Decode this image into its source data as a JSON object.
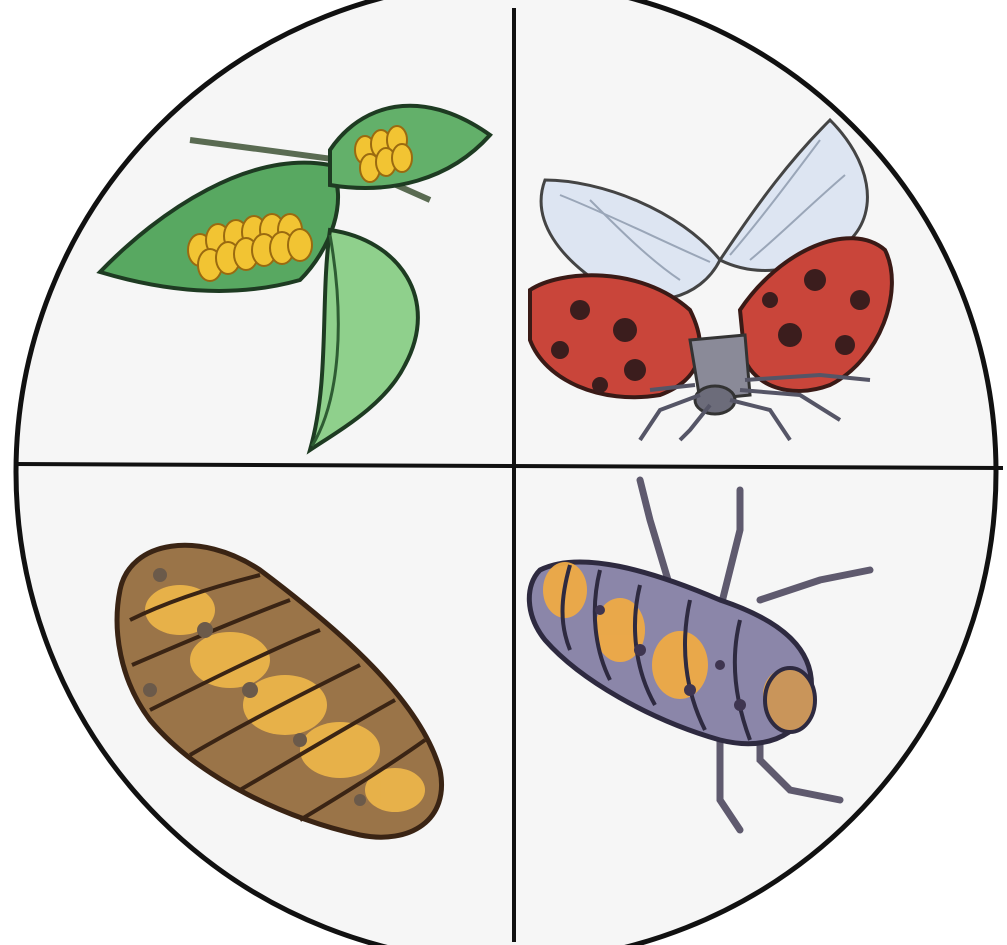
{
  "diagram": {
    "type": "life-cycle-wheel",
    "stages": [
      {
        "icon": "egg-cluster-on-leaf-icon",
        "quadrant": "top-left"
      },
      {
        "icon": "ladybug-adult-flying-icon",
        "quadrant": "top-right"
      },
      {
        "icon": "larva-icon",
        "quadrant": "bottom-right"
      },
      {
        "icon": "pupa-icon",
        "quadrant": "bottom-left"
      }
    ],
    "colors": {
      "outline": "#111111",
      "background": "#f6f6f6",
      "leaf": "#4f9e58",
      "leaf_light": "#8fd08c",
      "eggs": "#f2c433",
      "ladybug_red": "#c9453a",
      "spots": "#3b1d1d",
      "wing": "#dde5f2",
      "pupa_brown": "#9a7448",
      "pupa_yellow": "#f0b84a",
      "larva_purple": "#8b86a9",
      "larva_orange": "#efaa45"
    }
  }
}
